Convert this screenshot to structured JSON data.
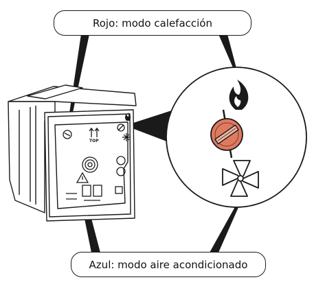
{
  "callouts": {
    "red": "Rojo: modo calefacción",
    "blue": "Azul: modo aire acondicionado"
  },
  "device": {
    "top_marking": "TOP"
  },
  "colors": {
    "stroke": "#1a1a1a",
    "dial_red": "#e07a5f",
    "background": "#ffffff"
  },
  "icons": {
    "heating": "flame-icon",
    "cooling": "fan-icon",
    "warning": "warning-triangle-icon"
  }
}
